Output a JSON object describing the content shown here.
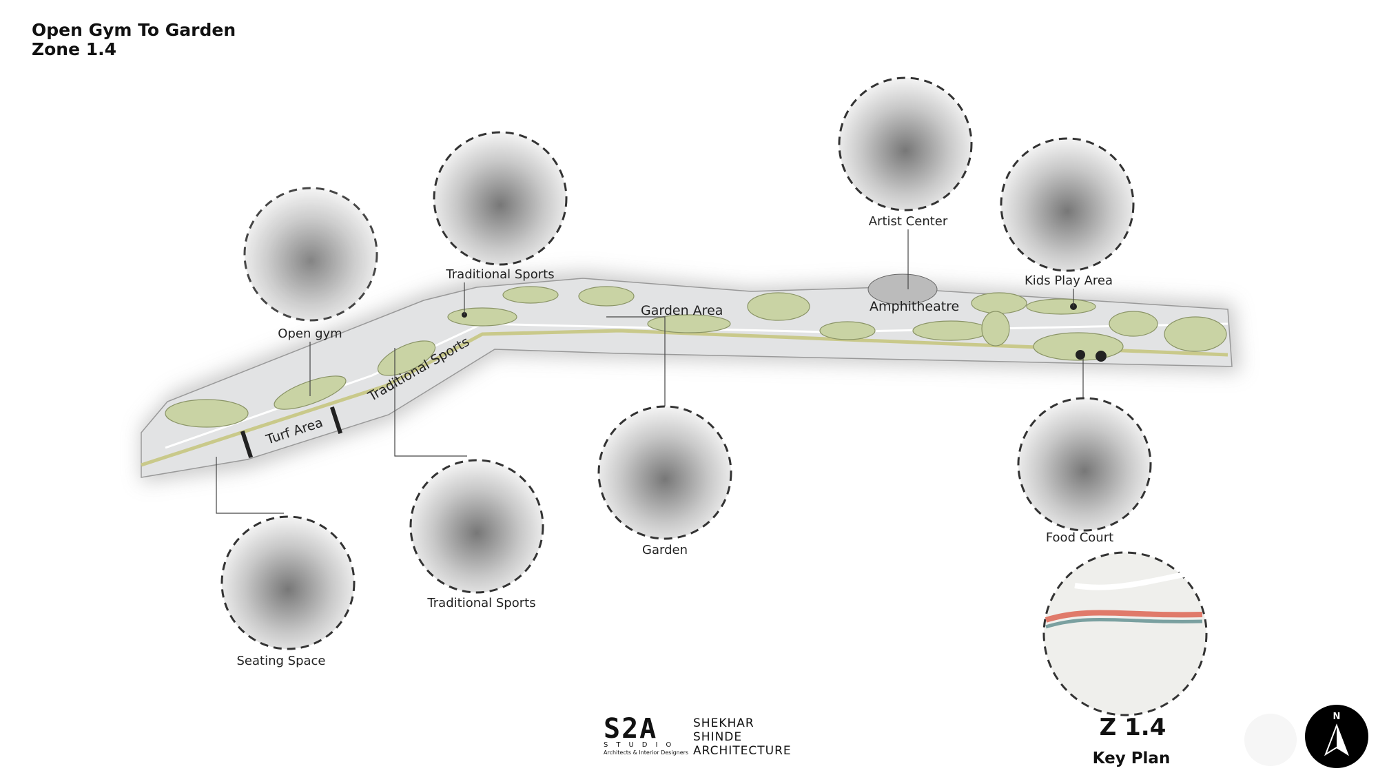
{
  "header": {
    "title_line1": "Open Gym To Garden",
    "title_line2": "Zone 1.4"
  },
  "vignettes": [
    {
      "label": "Open gym"
    },
    {
      "label": "Traditional Sports"
    },
    {
      "label": "Artist Center"
    },
    {
      "label": "Kids Play Area"
    },
    {
      "label": "Garden"
    },
    {
      "label": "Traditional Sports"
    },
    {
      "label": "Seating Space"
    },
    {
      "label": "Food Court"
    }
  ],
  "map_labels": {
    "garden_area": "Garden Area",
    "amphitheatre": "Amphitheatre",
    "turf_area": "Turf Area",
    "traditional_sports": "Traditional Sports"
  },
  "key_plan": {
    "zone": "Z 1.4",
    "label": "Key Plan"
  },
  "logo": {
    "mark": "S2A",
    "studio": "STUDIO",
    "tagline": "Architects & Interior Designers",
    "firm_line1": "SHEKHAR",
    "firm_line2": "SHINDE",
    "firm_line3": "ARCHITECTURE"
  },
  "north": {
    "label": "N"
  },
  "colors": {
    "green": "#c9d3a4",
    "path": "#d5d6d8",
    "cloud": "#c8c8c8"
  }
}
